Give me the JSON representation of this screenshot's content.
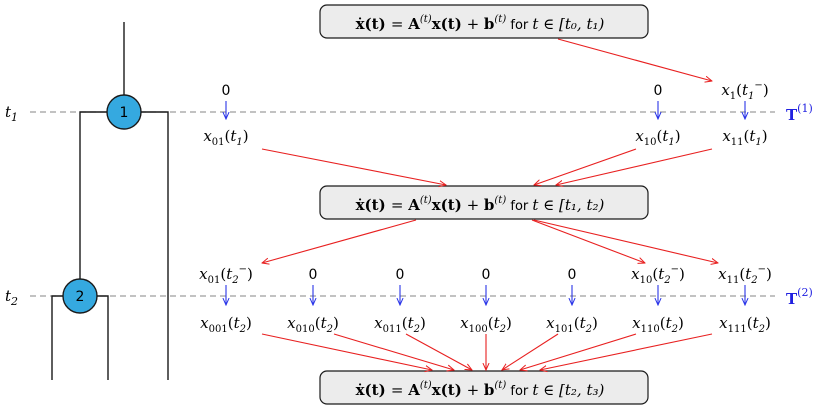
{
  "time_lines": [
    {
      "label": "t",
      "sub": "1",
      "node": "1",
      "matrix": "T",
      "sup": "(1)"
    },
    {
      "label": "t",
      "sub": "2",
      "node": "2",
      "matrix": "T",
      "sup": "(2)"
    }
  ],
  "equations": [
    {
      "interval": "[t₀, t₁)"
    },
    {
      "interval": "[t₁, t₂)"
    },
    {
      "interval": "[t₂, t₃)"
    }
  ],
  "eq_parts": {
    "lhs": "ẋ(t)",
    "eq": "=",
    "A": "A",
    "sup": "(t)",
    "x": "x(t)",
    "plus": "+",
    "b": "b",
    "for": "for",
    "t_in": "t ∈"
  },
  "level1": {
    "top": [
      {
        "text": "0"
      },
      {
        "text": "0"
      },
      {
        "name": "x",
        "sub": "1",
        "arg": "t",
        "argsub": "1",
        "minus": "−"
      }
    ],
    "bottom": [
      {
        "name": "x",
        "sub": "01",
        "arg": "t",
        "argsub": "1"
      },
      {
        "name": "x",
        "sub": "10",
        "arg": "t",
        "argsub": "1"
      },
      {
        "name": "x",
        "sub": "11",
        "arg": "t",
        "argsub": "1"
      }
    ]
  },
  "level2": {
    "top": [
      {
        "name": "x",
        "sub": "01",
        "arg": "t",
        "argsub": "2",
        "minus": "−"
      },
      {
        "text": "0"
      },
      {
        "text": "0"
      },
      {
        "text": "0"
      },
      {
        "text": "0"
      },
      {
        "name": "x",
        "sub": "10",
        "arg": "t",
        "argsub": "2",
        "minus": "−"
      },
      {
        "name": "x",
        "sub": "11",
        "arg": "t",
        "argsub": "2",
        "minus": "−"
      }
    ],
    "bottom": [
      {
        "name": "x",
        "sub": "001",
        "arg": "t",
        "argsub": "2"
      },
      {
        "name": "x",
        "sub": "010",
        "arg": "t",
        "argsub": "2"
      },
      {
        "name": "x",
        "sub": "011",
        "arg": "t",
        "argsub": "2"
      },
      {
        "name": "x",
        "sub": "100",
        "arg": "t",
        "argsub": "2"
      },
      {
        "name": "x",
        "sub": "101",
        "arg": "t",
        "argsub": "2"
      },
      {
        "name": "x",
        "sub": "110",
        "arg": "t",
        "argsub": "2"
      },
      {
        "name": "x",
        "sub": "111",
        "arg": "t",
        "argsub": "2"
      }
    ]
  },
  "colors": {
    "node_fill": "#35a9e0",
    "blue_arrow": "#2a35e8",
    "red_arrow": "#e82020",
    "box_fill": "#ececec"
  }
}
